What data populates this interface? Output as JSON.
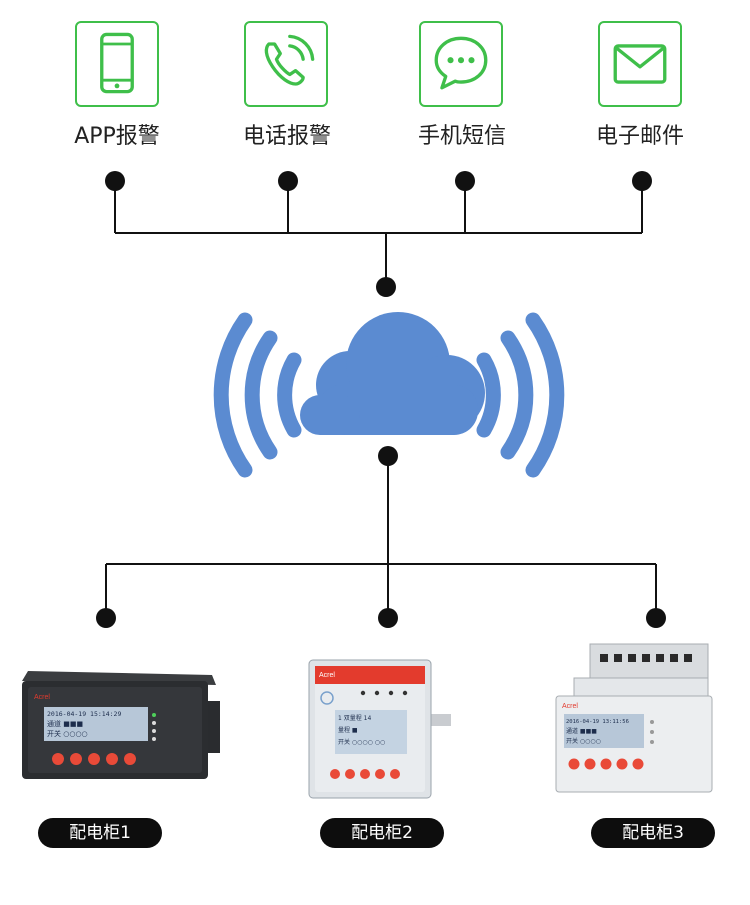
{
  "channels": [
    {
      "label": "APP报警",
      "icon": "smartphone-icon"
    },
    {
      "label": "电话报警",
      "icon": "phone-call-icon"
    },
    {
      "label": "手机短信",
      "icon": "chat-bubble-icon"
    },
    {
      "label": "电子邮件",
      "icon": "mail-icon"
    }
  ],
  "hub": {
    "icon": "cloud-wifi-icon"
  },
  "cabinets": [
    {
      "label": "配电柜1",
      "device_brand": "Acrel",
      "lcd_line1": "2016-04-19  15:14:29",
      "lcd_line2": "通道 ■■■",
      "lcd_line3": "开关 ○○○○"
    },
    {
      "label": "配电柜2",
      "device_brand": "Acrel",
      "lcd_line1": "1 双量程 14",
      "lcd_line2": "量程 ■",
      "lcd_line3": "开关 ○○○○ ○○"
    },
    {
      "label": "配电柜3",
      "device_brand": "Acrel",
      "lcd_line1": "2016-04-19  13:11:56",
      "lcd_line2": "通道 ■■■",
      "lcd_line3": "开关 ○○○○"
    }
  ],
  "colors": {
    "accent_green": "#3fbf4a",
    "cloud_blue": "#5b8bd1",
    "line": "#111111",
    "label_bg": "#0d0d0d"
  }
}
